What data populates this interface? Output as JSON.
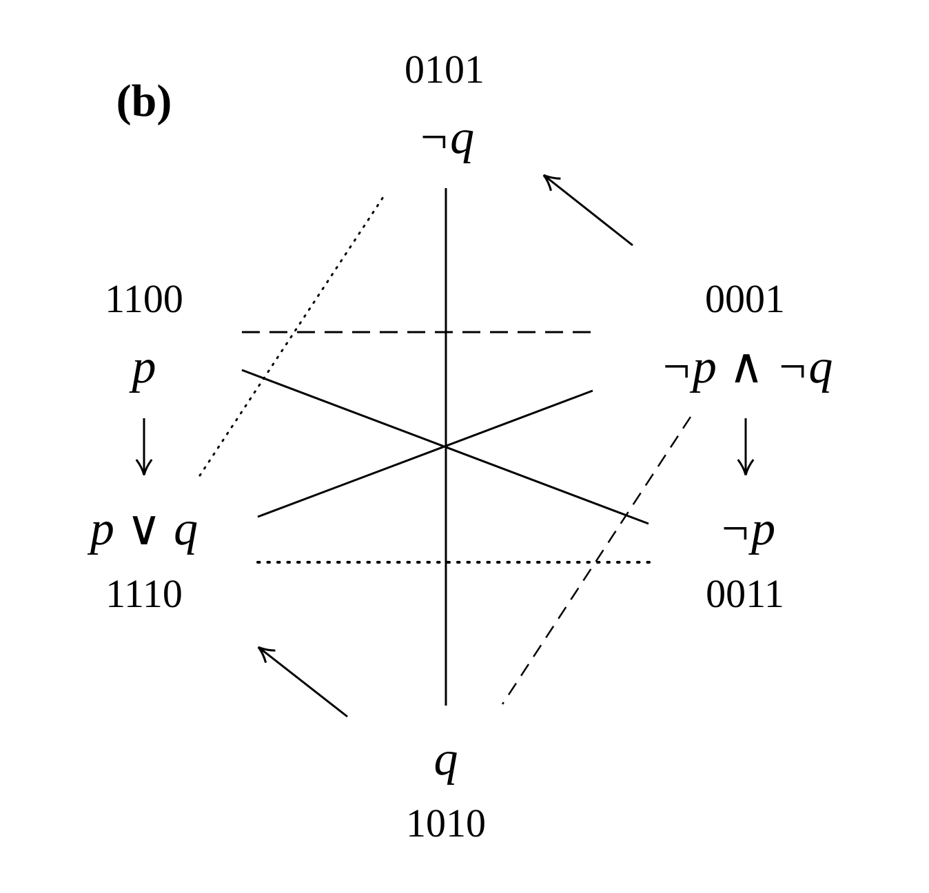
{
  "panel_label": "(b)",
  "nodes": {
    "top": {
      "code": "0101",
      "formula": "¬q"
    },
    "upper_left": {
      "code": "1100",
      "formula": "p"
    },
    "lower_left": {
      "code": "1110",
      "formula": "p ∨ q"
    },
    "upper_right": {
      "code": "0001",
      "formula": "¬p ∧ ¬q"
    },
    "lower_right": {
      "code": "0011",
      "formula": "¬p"
    },
    "bottom": {
      "code": "1010",
      "formula": "q"
    }
  },
  "edges": [
    {
      "from": "top",
      "to": "bottom",
      "style": "solid"
    },
    {
      "from": "upper_left",
      "to": "lower_right",
      "style": "solid"
    },
    {
      "from": "lower_left",
      "to": "upper_right",
      "style": "solid"
    },
    {
      "from": "upper_left",
      "to": "upper_right",
      "style": "dashed"
    },
    {
      "from": "upper_right",
      "to": "bottom",
      "style": "dashed"
    },
    {
      "from": "lower_left",
      "to": "lower_right",
      "style": "dotted"
    },
    {
      "from": "lower_left",
      "to": "top",
      "style": "dotted"
    }
  ],
  "arrows": [
    {
      "from": "upper_left",
      "to": "lower_left"
    },
    {
      "from": "upper_right",
      "to": "lower_right"
    },
    {
      "from": "upper_right",
      "to": "top"
    },
    {
      "from": "bottom",
      "to": "lower_left"
    }
  ]
}
